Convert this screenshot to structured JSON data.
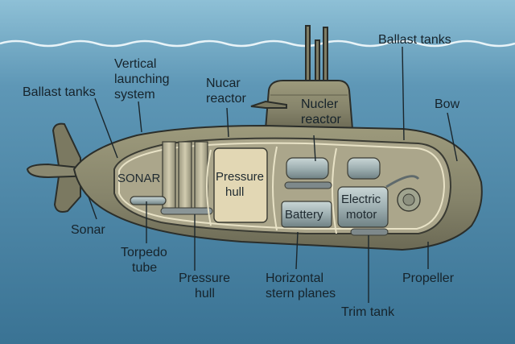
{
  "colors": {
    "water_top": "#86b7cf",
    "water_bottom": "#3f7899",
    "hull": "#8c8a6e",
    "hull_dark": "#6e6c55",
    "interior": "#a9a48a",
    "outline": "#2b2e2a"
  },
  "labels": {
    "ballast_tanks_left": "Ballast tanks",
    "vertical_launching": [
      "Vertical",
      "launching",
      "system"
    ],
    "nucar_reactor": [
      "Nucar",
      "reactor"
    ],
    "ballast_tanks_top": "Ballast tanks",
    "bow": "Bow",
    "nucler_reactor": [
      "Nucler",
      "reactor"
    ],
    "sonar_inside": "SONAR",
    "pressure_hull_inside": [
      "Pressure",
      "hull"
    ],
    "battery": "Battery",
    "electric_motor": [
      "Electric",
      "motor"
    ],
    "sonar": "Sonar",
    "torpedo_tube": [
      "Torpedo",
      "tube"
    ],
    "pressure_hull_bottom": [
      "Pressure",
      "hull"
    ],
    "horizontal_stern_planes": [
      "Horizontal",
      "stern planes"
    ],
    "trim_tank": "Trim tank",
    "propeller": "Propeller"
  }
}
